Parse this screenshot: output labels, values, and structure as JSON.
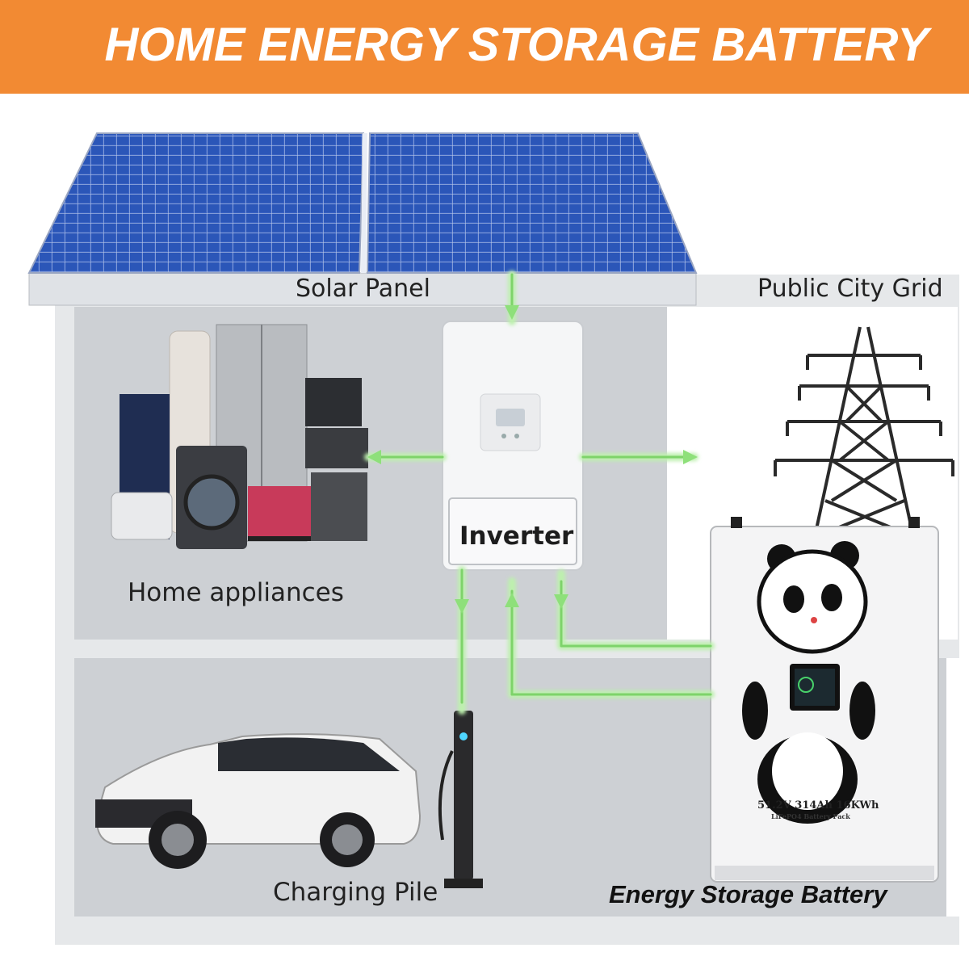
{
  "header": {
    "title": "HOME ENERGY STORAGE BATTERY"
  },
  "labels": {
    "solar_panel": "Solar Panel",
    "public_grid": "Public City Grid",
    "home_appliances": "Home appliances",
    "inverter": "Inverter",
    "charging_pile": "Charging Pile",
    "battery": "Energy Storage Battery"
  },
  "battery": {
    "spec": "51.2V 314Ah 16KWh",
    "sub_spec": "LiFePO4  Battery  Pack"
  },
  "colors": {
    "banner": "#f28a33",
    "house_wall": "#d3d6da",
    "solar_cell": "#2f5fbf",
    "flow_arrow": "#7ed36a",
    "tower": "#2a2a2a"
  }
}
